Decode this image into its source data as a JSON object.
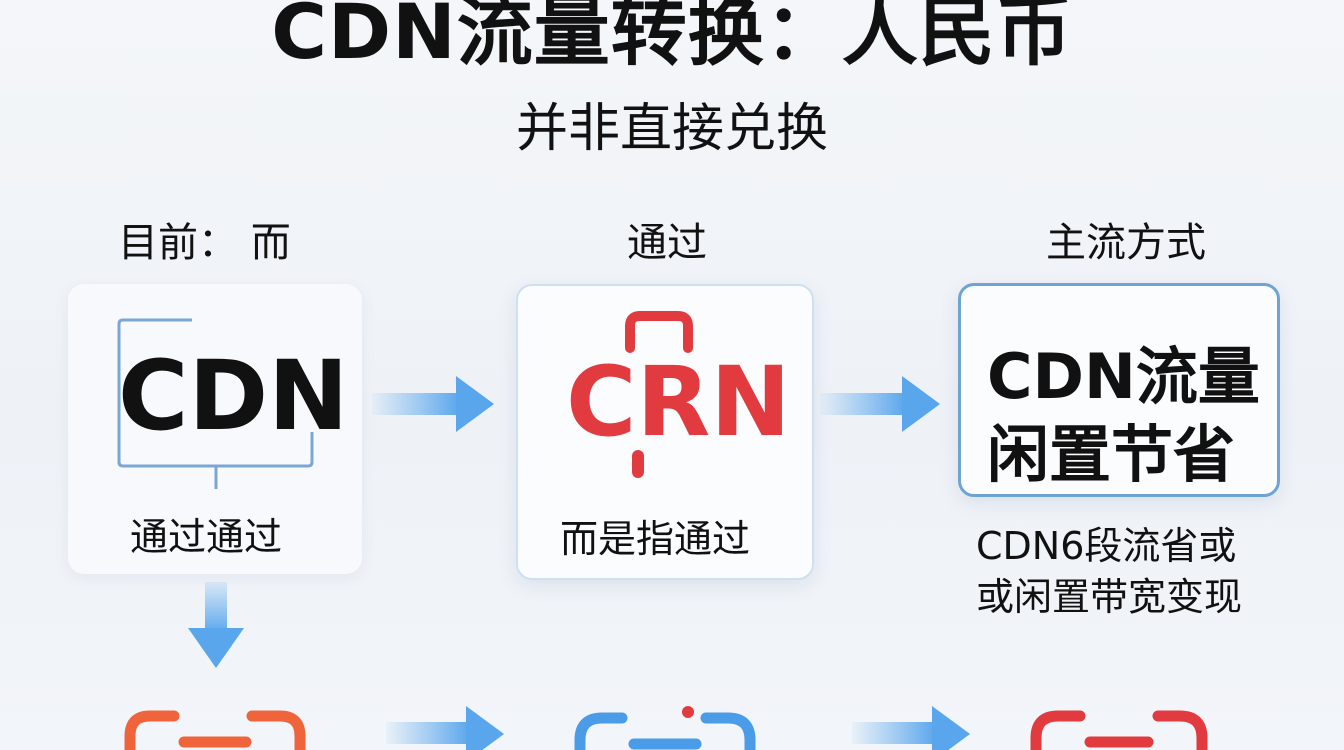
{
  "header": {
    "title": "CDN流量转换：人民币",
    "subtitle": "并非直接兑换"
  },
  "columns": [
    {
      "heading": "目前：  而",
      "logo": "CDN",
      "caption": "通过通过"
    },
    {
      "heading": "通过",
      "logo": "CRN",
      "caption": "而是指通过"
    },
    {
      "heading": "主流方式",
      "logo_lines": [
        "CDN流量",
        "闲置节省"
      ],
      "note_lines": [
        "CDN6段流省或",
        "或闲置带宽变现"
      ]
    }
  ],
  "colors": {
    "arrow": "#5aa6ec",
    "logo_red": "#e23b3f",
    "logo_black": "#111111",
    "frame_blue": "#6fa3d6",
    "icon_orange": "#f0643c",
    "icon_blue": "#4a9be8"
  },
  "icons": [
    "arrow-right-icon",
    "arrow-down-icon",
    "link-icon"
  ]
}
